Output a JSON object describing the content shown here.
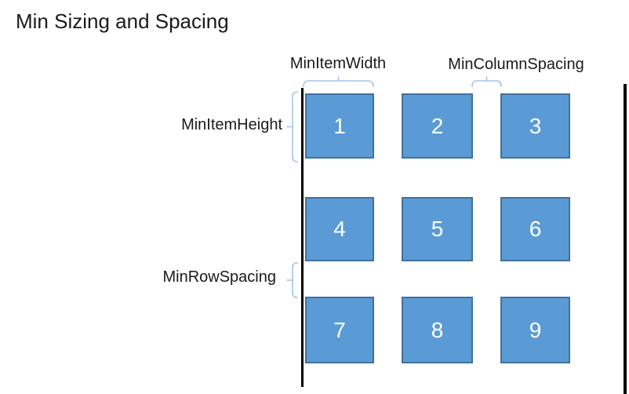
{
  "title": "Min Sizing and Spacing",
  "labels": {
    "min_item_width": "MinItemWidth",
    "min_column_spacing": "MinColumnSpacing",
    "min_item_height": "MinItemHeight",
    "min_row_spacing": "MinRowSpacing"
  },
  "grid": {
    "items": [
      "1",
      "2",
      "3",
      "4",
      "5",
      "6",
      "7",
      "8",
      "9"
    ]
  },
  "colors": {
    "item_fill": "#5B9BD5",
    "item_border": "#41719C",
    "item_text": "#FFFFFF",
    "brace": "#A3C4E8",
    "edge_line": "#000000",
    "text": "#1A1A1A"
  }
}
